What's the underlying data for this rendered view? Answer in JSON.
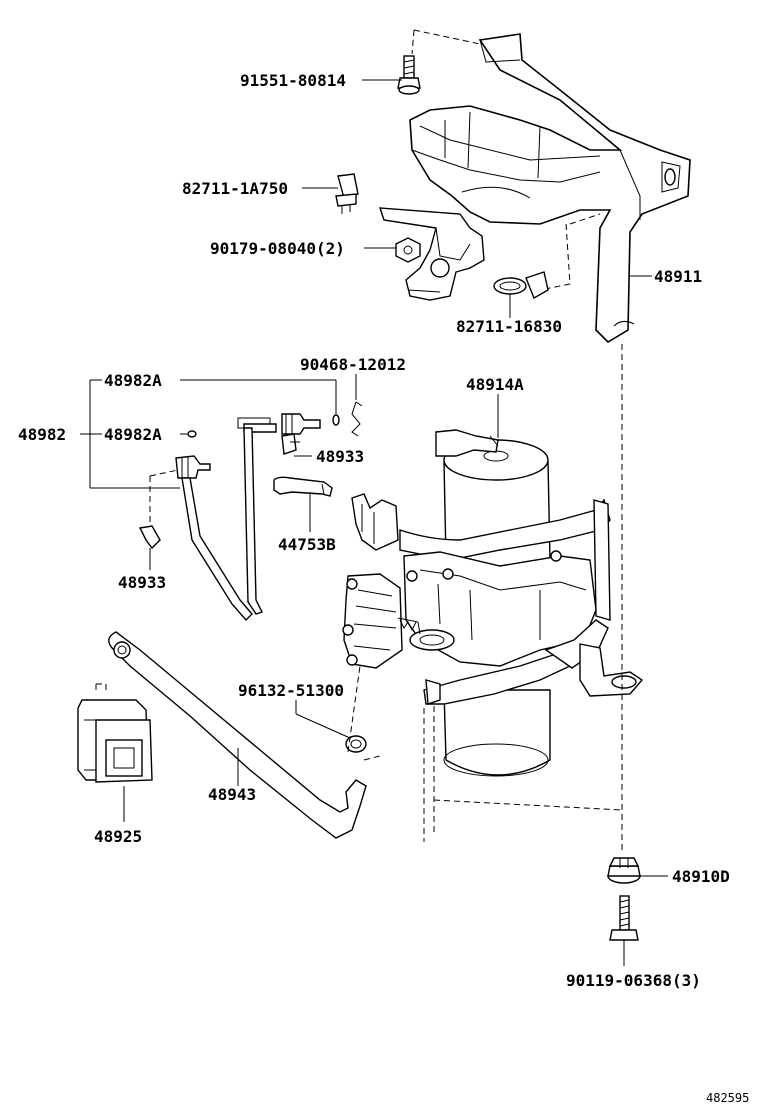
{
  "diagram": {
    "figure_id": "482595",
    "labels": {
      "p91551": "91551-80814",
      "p82711a": "82711-1A750",
      "p90179": "90179-08040(2)",
      "p48911": "48911",
      "p82711b": "82711-16830",
      "p90468": "90468-12012",
      "p48914a": "48914A",
      "p48982a_top": "48982A",
      "p48982": "48982",
      "p48982a_mid": "48982A",
      "p48933_right": "48933",
      "p44753b": "44753B",
      "p48933_left": "48933",
      "p96132": "96132-51300",
      "p48943": "48943",
      "p48925": "48925",
      "p48910d": "48910D",
      "p90119": "90119-06368(3)"
    }
  }
}
